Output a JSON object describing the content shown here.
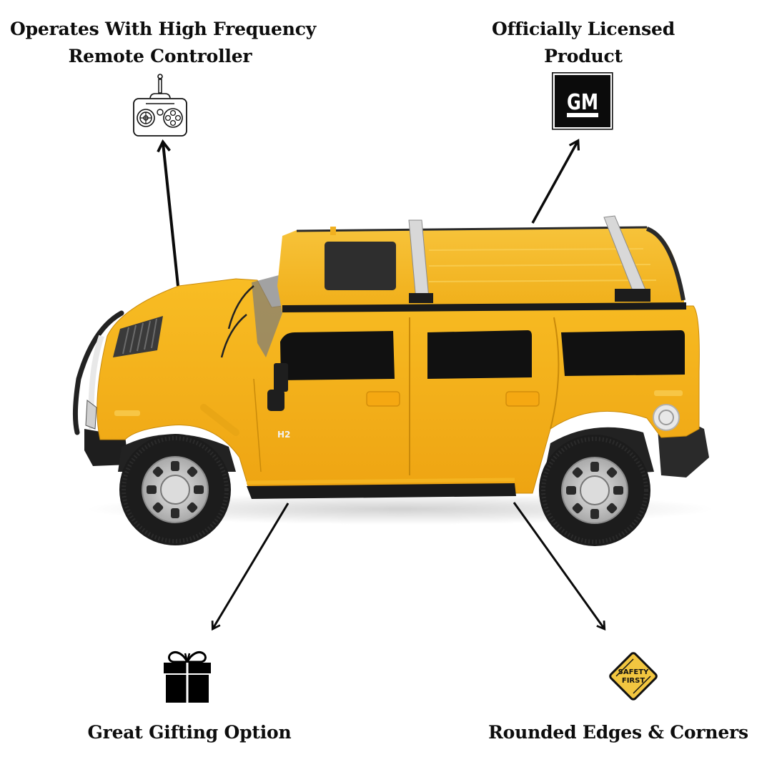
{
  "features": {
    "top_left": {
      "lines": [
        "Operates With High Frequency",
        "Remote Controller"
      ],
      "icon": "remote-controller-icon"
    },
    "top_right": {
      "lines": [
        "Officially Licensed",
        "Product"
      ],
      "icon": "gm-logo-icon",
      "logo_text": "GM"
    },
    "bottom_left": {
      "lines": [
        "Great Gifting Option"
      ],
      "icon": "gift-box-icon"
    },
    "bottom_right": {
      "lines": [
        "Rounded Edges & Corners"
      ],
      "icon": "safety-first-sign-icon",
      "sign_text": [
        "SAFETY",
        "FIRST"
      ]
    }
  },
  "product": {
    "name": "yellow-rc-suv-toy",
    "badge_text": "H2",
    "colors": {
      "body": "#f5b21a",
      "body_shadow": "#d9930c",
      "roof": "#f7c02a",
      "trim": "#1a1a1a",
      "glass": "#141414",
      "chrome": "#c8c8c8",
      "tire": "#1c1c1c"
    }
  },
  "colors": {
    "background": "#ffffff",
    "text": "#0d0d0d",
    "arrow": "#0a0a0a",
    "safety_sign": "#f2c640"
  }
}
